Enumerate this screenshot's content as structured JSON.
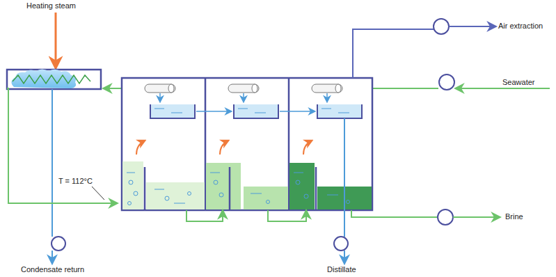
{
  "diagram": {
    "labels": [
      "Heating steam",
      "Air extraction",
      "Seawater",
      "T = 112°C",
      "Brine",
      "Condensate return",
      "Distillate"
    ]
  }
}
